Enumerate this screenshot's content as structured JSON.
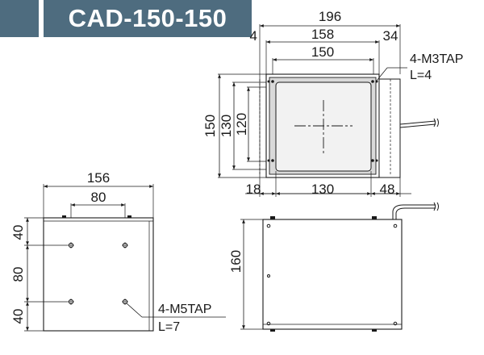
{
  "title": "CAD-150-150",
  "colors": {
    "banner": "#4e6c7f",
    "stroke": "#1a1a1a",
    "panel": "#d9d9d9",
    "window": "#f2f2f2"
  },
  "top_view": {
    "dims": {
      "overall": "196",
      "left_offset": "4",
      "housing": "158",
      "right_ext": "34",
      "window": "150",
      "height_outer": "150",
      "height_mid": "130",
      "height_inner": "120",
      "bottom_left": "18",
      "bottom_mid": "130",
      "bottom_right": "48"
    },
    "tap_note": {
      "line1": "4-M3TAP",
      "line2": "L=4"
    }
  },
  "side_view": {
    "dims": {
      "width": "156",
      "hole_spacing": "80",
      "v_top": "40",
      "v_mid": "80",
      "v_bottom": "40"
    },
    "tap_note": {
      "line1": "4-M5TAP",
      "line2": "L=7"
    }
  },
  "front_view": {
    "dims": {
      "height": "160"
    }
  }
}
